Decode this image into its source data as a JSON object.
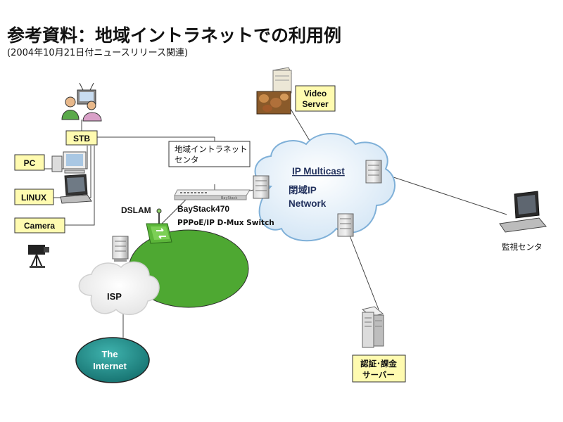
{
  "title": "参考資料：地域イントラネットでの利用例",
  "subtitle": "(2004年10月21日付ニュースリリース関連)",
  "labels": {
    "stb": "STB",
    "pc": "PC",
    "linux": "LINUX",
    "camera": "Camera",
    "dslam": "DSLAM",
    "center_line1": "地域イントラネット",
    "center_line2": "センタ",
    "switch_name": "BayStack470",
    "switch_desc": "PPPoE/IP D-Mux Switch",
    "switch_brand": "BayStack",
    "cloud_line1": "IP Multicast",
    "cloud_line2": "閉域IP",
    "cloud_line3": "Network",
    "video_line1": "Video",
    "video_line2": "Server",
    "isp": "ISP",
    "internet_line1": "The",
    "internet_line2": "Internet",
    "monitor": "監視センタ",
    "auth_line1": "認証･課金",
    "auth_line2": "サーバー"
  },
  "colors": {
    "label_box": "#fffbb0",
    "label_box_border": "#333333",
    "green_area": "#4ea832",
    "cloud_fill": "#dcebf7",
    "cloud_stroke": "#7fb0d8",
    "internet_fill": "#1f9290",
    "title_text": "#111111",
    "cloud_text": "#23325e"
  },
  "icons": [
    "tv-viewers-icon",
    "pc-icon",
    "laptop-icon",
    "video-camera-icon",
    "dslam-icon",
    "router-icon",
    "switch-icon",
    "server-tower-icon",
    "video-server-icon",
    "monitor-laptop-icon"
  ]
}
